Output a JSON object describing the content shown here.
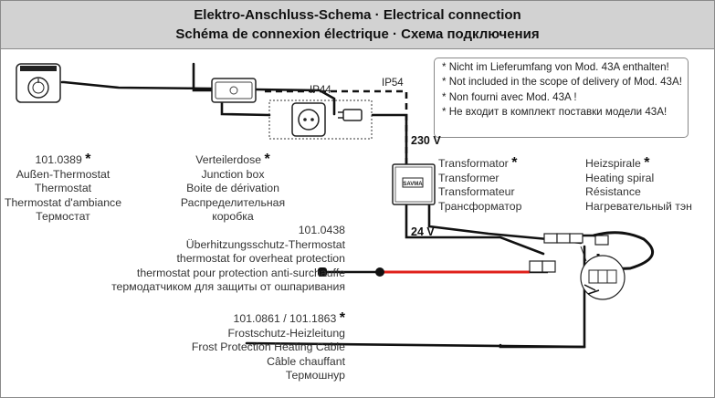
{
  "header": {
    "line1": "Elektro-Anschluss-Schema · Electrical connection",
    "line2": "Schéma de connexion électrique · Схема подключения"
  },
  "thermostat": {
    "code": "101.0389",
    "star": "*",
    "lines": [
      "Außen-Thermostat",
      "Thermostat",
      "Thermostat d'ambiance",
      "Термостат"
    ]
  },
  "junction_box": {
    "title": "Verteilerdose",
    "star": "*",
    "lines": [
      "Junction box",
      "Boite de dérivation",
      "Распределительная",
      "коробка"
    ]
  },
  "ip54": "IP54",
  "ip44": "IP44",
  "v230": "230 V",
  "v24": "24 V",
  "notes": [
    "* Nicht im Lieferumfang von Mod. 43A enthalten!",
    "* Not included in the scope of delivery of Mod. 43A!",
    "* Non fourni avec Mod. 43A !",
    "* Не входит в комплект поставки модели 43A!"
  ],
  "transformer": {
    "title": "Transformator",
    "star": "*",
    "lines": [
      "Transformer",
      "Transformateur",
      "Трансформатор"
    ],
    "brand": "SAVMA"
  },
  "heating_spiral": {
    "title": "Heizspirale",
    "star": "*",
    "lines": [
      "Heating spiral",
      "Résistance",
      "Нагревательный тэн"
    ]
  },
  "overheat": {
    "code": "101.0438",
    "lines": [
      "Überhitzungsschutz-Thermostat",
      "thermostat for overheat protection",
      "thermostat pour protection anti-surchauffe",
      "термодатчиком для защиты от ошпаривания"
    ]
  },
  "frost": {
    "code": "101.0861 / 101.1863",
    "star": "*",
    "lines": [
      "Frostschutz-Heizleitung",
      "Frost Protection Heating Cable",
      "Câble chauffant",
      "Термошнур"
    ]
  },
  "colors": {
    "header_bg": "#d2d2d2",
    "cable": "#111111",
    "sensor_cable": "#e0201b"
  }
}
